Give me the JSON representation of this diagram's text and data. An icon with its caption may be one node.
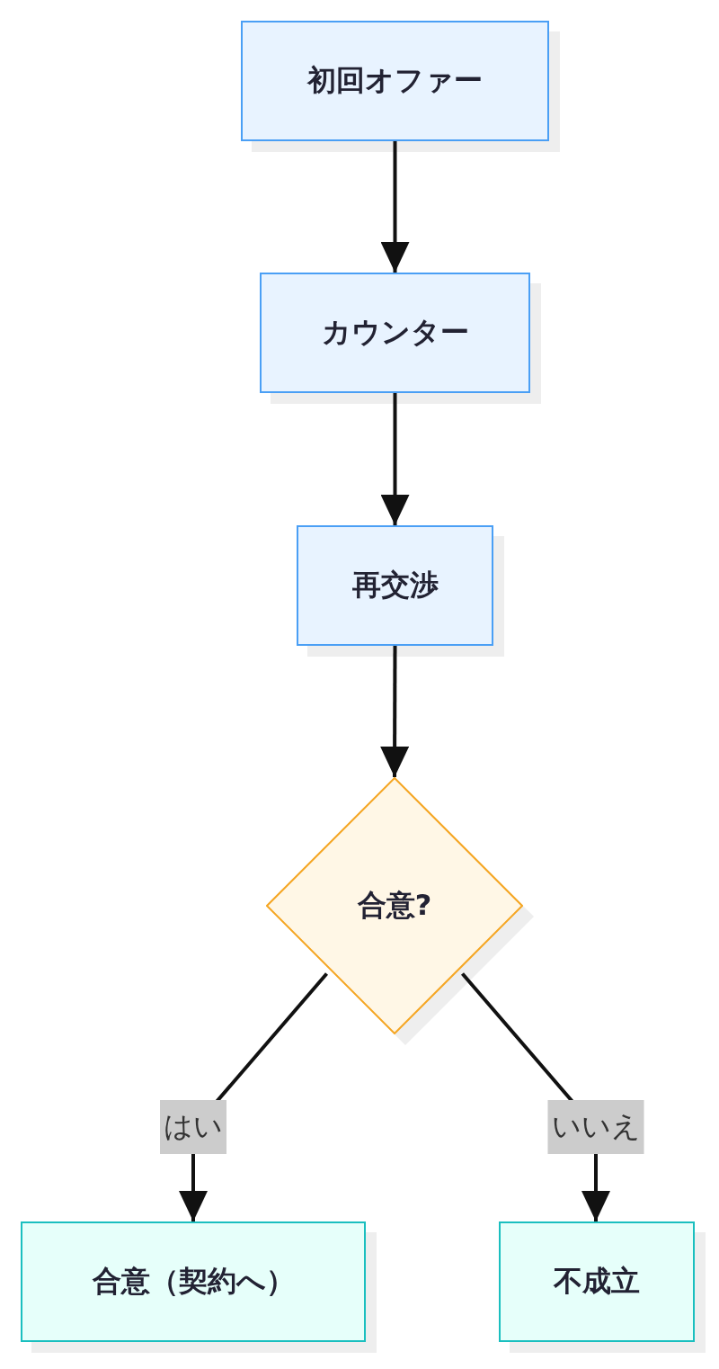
{
  "diagram": {
    "nodes": [
      {
        "text": [
          "初回オファー"
        ]
      },
      {
        "text": [
          "カウンター"
        ]
      },
      {
        "text": [
          "再交渉"
        ]
      },
      {
        "text": [
          "合意?"
        ]
      },
      {
        "text": [
          "合意（契約へ）"
        ]
      },
      {
        "text": [
          "不成立"
        ]
      }
    ],
    "edges": [
      {
        "from": 0,
        "to": 1,
        "arrow": "to"
      },
      {
        "from": 1,
        "to": 2,
        "arrow": "to"
      },
      {
        "from": 2,
        "to": 3,
        "arrow": "to"
      },
      {
        "from": 3,
        "to": 4,
        "label": "はい",
        "arrow": "to"
      },
      {
        "from": 3,
        "to": 5,
        "label": "いいえ",
        "arrow": "to"
      }
    ]
  }
}
